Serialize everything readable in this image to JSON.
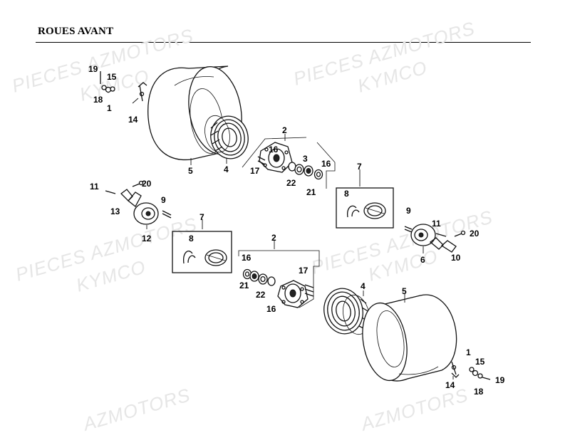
{
  "title": "ROUES AVANT",
  "watermarks": [
    "PIECES AZMOTORS",
    "KYMCO",
    "PIECES AZMOTORS",
    "KYMCO",
    "PIECES AZMOTORS",
    "KYMCO",
    "PIECES AZMOTORS",
    "KYMCO",
    "AZMOTORS",
    "AZMOTORS"
  ],
  "callouts": [
    "19",
    "15",
    "18",
    "1",
    "14",
    "5",
    "4",
    "2",
    "16",
    "17",
    "3",
    "16",
    "22",
    "21",
    "7",
    "8",
    "11",
    "20",
    "13",
    "9",
    "12",
    "7",
    "8",
    "9",
    "11",
    "20",
    "6",
    "10",
    "2",
    "16",
    "17",
    "21",
    "22",
    "16",
    "4",
    "5",
    "1",
    "15",
    "14",
    "19",
    "18"
  ],
  "colors": {
    "ink": "#111111",
    "watermark": "#e6e6e6",
    "background": "#ffffff"
  }
}
